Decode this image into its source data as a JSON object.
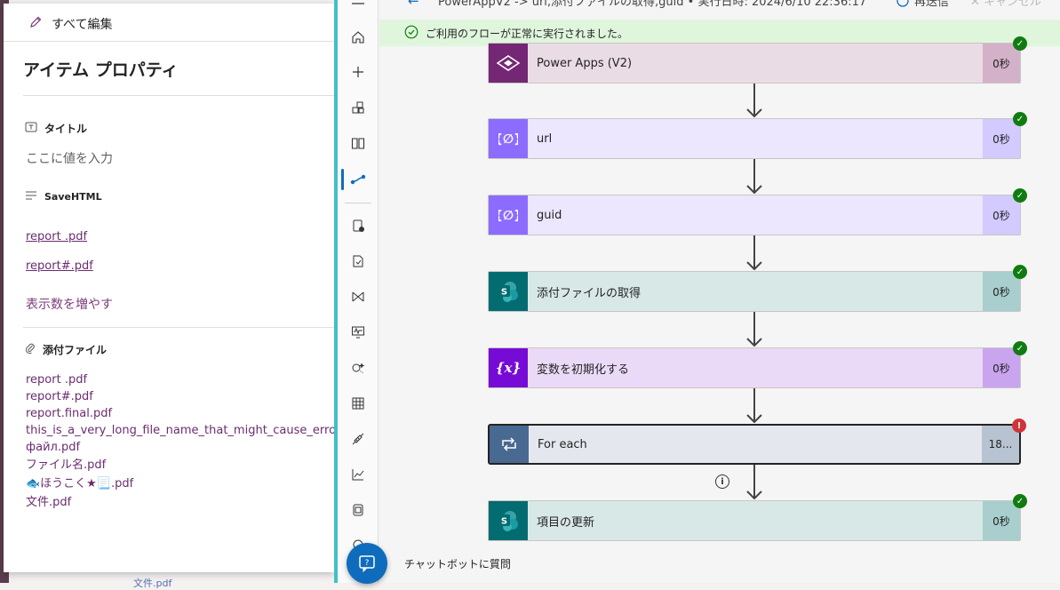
{
  "panel": {
    "edit_all": "すべて編集",
    "title": "アイテム プロパティ",
    "title_field": {
      "label": "タイトル",
      "placeholder": "ここに値を入力"
    },
    "savehtml_field": {
      "label": "SaveHTML",
      "links": [
        "report .pdf",
        "report#.pdf"
      ]
    },
    "show_more": "表示数を増やす",
    "attachments": {
      "label": "添付ファイル",
      "items": [
        "report .pdf",
        "report#.pdf",
        "report.final.pdf",
        "this_is_a_very_long_file_name_that_might_cause_errors_in",
        "файл.pdf",
        "ファイル名.pdf",
        "🐟ほうこく★📃.pdf",
        "文件.pdf"
      ]
    }
  },
  "bg_bottom_text": "文件.pdf",
  "topbar": {
    "run_title": "PowerAppV2 -> url,添付ファイルの取得,guid • 実行日時: 2024/6/10 22:36:17",
    "resend": "再送信",
    "cancel": "キャンセル"
  },
  "banner": "ご利用のフローが正常に実行されました。",
  "steps": [
    {
      "name": "Power Apps (V2)",
      "duration": "0秒",
      "status": "success",
      "icon": "powerapps-icon",
      "colors": {
        "icon_bg": "#742774",
        "body_bg": "#eadce5",
        "dur_bg": "#d3b1c9"
      }
    },
    {
      "name": "url",
      "duration": "0秒",
      "status": "success",
      "icon": "compose-icon",
      "colors": {
        "icon_bg": "#8c6cff",
        "body_bg": "#ece7ff",
        "dur_bg": "#d3caff"
      }
    },
    {
      "name": "guid",
      "duration": "0秒",
      "status": "success",
      "icon": "compose-icon",
      "colors": {
        "icon_bg": "#8c6cff",
        "body_bg": "#ece7ff",
        "dur_bg": "#d3caff"
      }
    },
    {
      "name": "添付ファイルの取得",
      "duration": "0秒",
      "status": "success",
      "icon": "sharepoint-icon",
      "colors": {
        "icon_bg": "#036c70",
        "body_bg": "#d8e8e7",
        "dur_bg": "#a8cfcd"
      }
    },
    {
      "name": "変数を初期化する",
      "duration": "0秒",
      "status": "success",
      "icon": "variable-icon",
      "colors": {
        "icon_bg": "#770bd6",
        "body_bg": "#eadaf7",
        "dur_bg": "#c9a4ef"
      }
    },
    {
      "name": "For each",
      "duration": "18...",
      "status": "error",
      "icon": "loop-icon",
      "colors": {
        "icon_bg": "#486991",
        "body_bg": "#e4e8ee",
        "dur_bg": "#b8c3d2"
      }
    },
    {
      "name": "項目の更新",
      "duration": "0秒",
      "status": "success",
      "icon": "sharepoint-icon",
      "colors": {
        "icon_bg": "#036c70",
        "body_bg": "#d8e8e7",
        "dur_bg": "#a8cfcd"
      }
    }
  ],
  "chatbot": {
    "label": "チャットボットに質問"
  },
  "colors": {
    "accent": "#0f6cbd",
    "link": "#6b2c6f",
    "success": "#107c10",
    "error": "#d13438",
    "banner_bg": "#dff6dd"
  }
}
